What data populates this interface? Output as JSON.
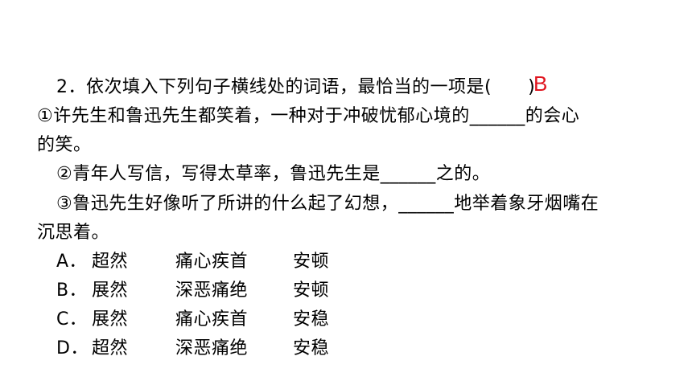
{
  "question": {
    "stem": "2．依次填入下列句子横线处的词语，最恰当的一项是(　　)",
    "answer": "B",
    "s1_line1": "①许先生和鲁迅先生都笑着，一种对于冲破忧郁心境的______的会心",
    "s1_line2": "的笑。",
    "s2": "②青年人写信，写得太草率，鲁迅先生是______之的。",
    "s3_line1": "③鲁迅先生好像听了所讲的什么起了幻想，______地举着象牙烟嘴在",
    "s3_line2": "沉思着。"
  },
  "options": [
    {
      "letter": "A．",
      "a": "超然",
      "b": "痛心疾首",
      "c": "安顿"
    },
    {
      "letter": "B．",
      "a": "展然",
      "b": "深恶痛绝",
      "c": "安顿"
    },
    {
      "letter": "C．",
      "a": "展然",
      "b": "痛心疾首",
      "c": "安稳"
    },
    {
      "letter": "D．",
      "a": "超然",
      "b": "深恶痛绝",
      "c": "安稳"
    }
  ],
  "colors": {
    "text": "#000000",
    "answer": "#e0141e",
    "background": "#ffffff"
  }
}
